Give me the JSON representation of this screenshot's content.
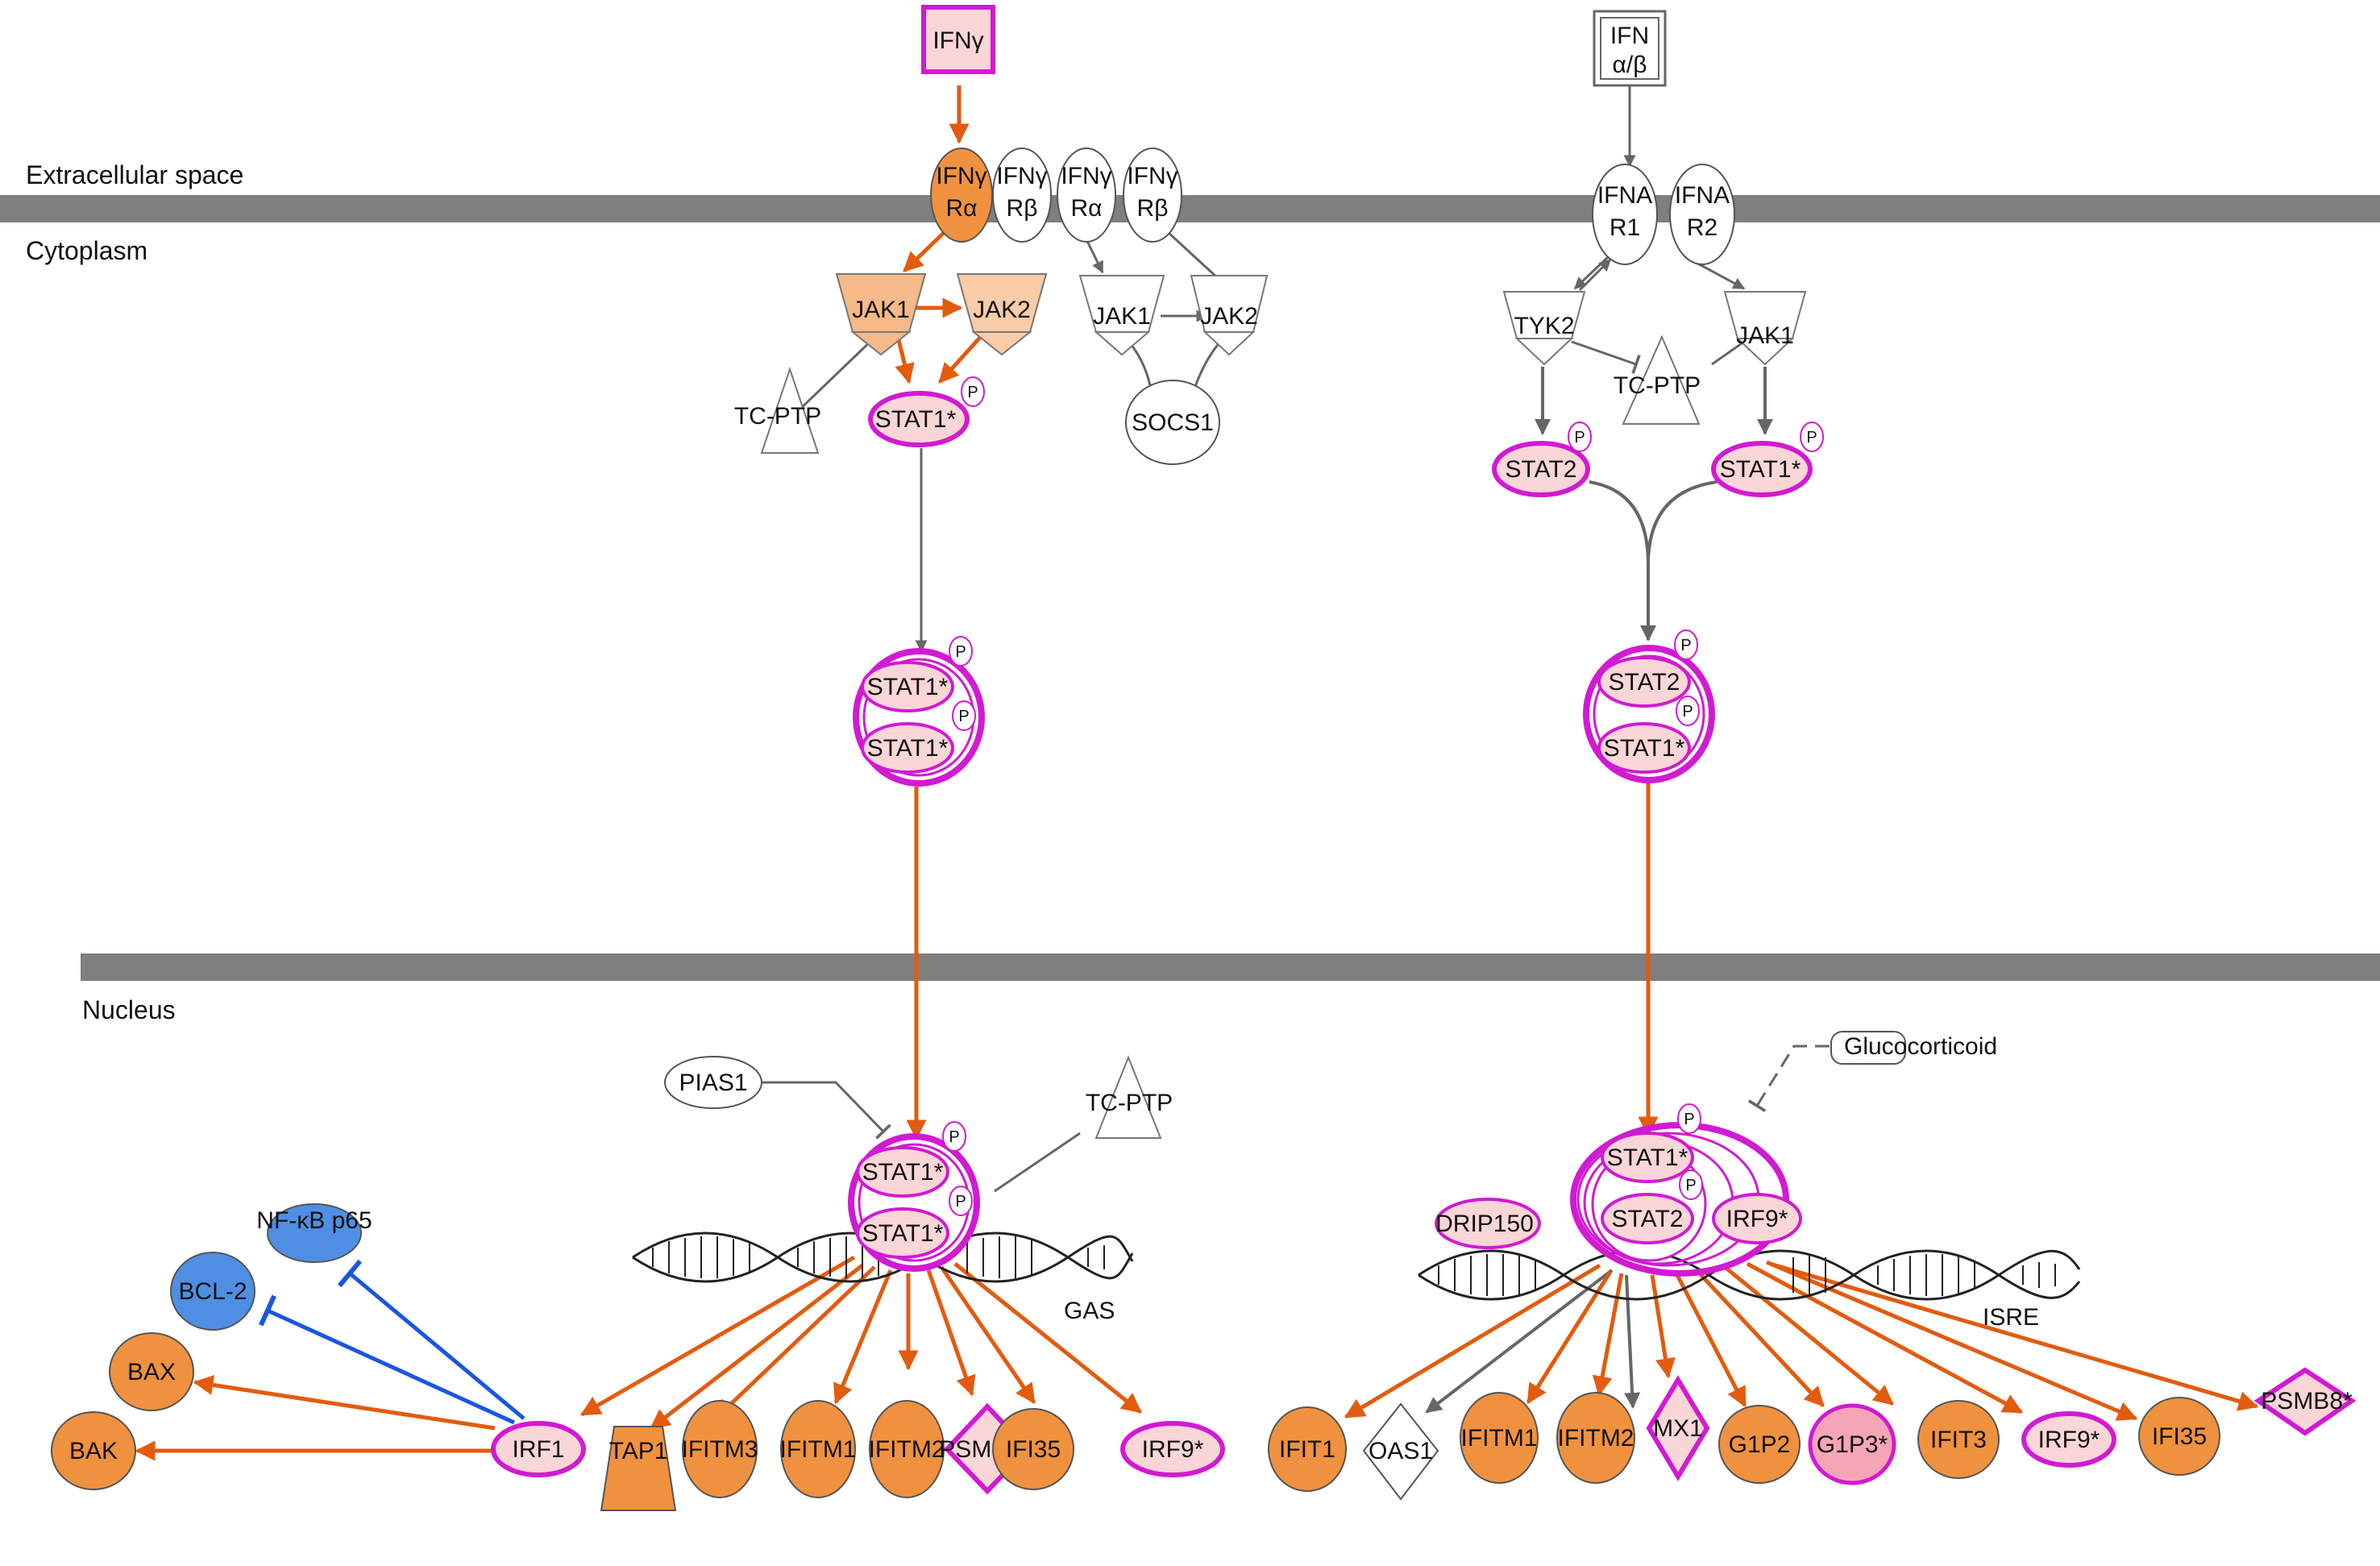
{
  "regions": {
    "extracellular": "Extracellular space",
    "cytoplasm": "Cytoplasm",
    "nucleus": "Nucleus"
  },
  "colors": {
    "orange_edge": "#E35B0E",
    "blue_edge": "#1A56E0",
    "gray_edge": "#666666",
    "membrane": "#7F7F7F",
    "node_orange": "#F0913F",
    "node_light_orange": "#F6B987",
    "node_pale_orange": "#F9CBA7",
    "node_pink": "#FAD6D6",
    "node_strong_pink": "#F5A5B5",
    "node_blue": "#4E8FE3",
    "magenta": "#D21AD2"
  },
  "phospho_label": "P",
  "left_pathway": {
    "ligand": "IFNγ",
    "receptor1": [
      "IFNγ",
      "Rα"
    ],
    "receptor2": [
      "IFNγ",
      "Rβ"
    ],
    "receptor3": [
      "IFNγ",
      "Rα"
    ],
    "receptor4": [
      "IFNγ",
      "Rβ"
    ],
    "jak1_active": "JAK1",
    "jak2_active": "JAK2",
    "jak1_inactive": "JAK1",
    "jak2_inactive": "JAK2",
    "tcptp": "TC-PTP",
    "stat1": "STAT1*",
    "socs1": "SOCS1",
    "dimer_top": "STAT1*",
    "dimer_bottom": "STAT1*",
    "pias1": "PIAS1",
    "nuc_tcptp": "TC-PTP",
    "nuc_top": "STAT1*",
    "nuc_bottom": "STAT1*",
    "element": "GAS",
    "targets": [
      "IRF1",
      "TAP1",
      "IFITM3",
      "IFITM1",
      "IFITM2",
      "PSMB8*",
      "IFI35",
      "IRF9*"
    ],
    "irf1_targets": [
      "BAX",
      "BAK"
    ],
    "inhibitors": [
      "BCL-2",
      "NF-κB p65"
    ]
  },
  "right_pathway": {
    "ligand": [
      "IFN",
      "α/β"
    ],
    "receptor1": [
      "IFNA",
      "R1"
    ],
    "receptor2": [
      "IFNA",
      "R2"
    ],
    "tyk2": "TYK2",
    "jak1": "JAK1",
    "tcptp": "TC-PTP",
    "stat2": "STAT2",
    "stat1": "STAT1*",
    "dimer_top": "STAT2",
    "dimer_bottom": "STAT1*",
    "glucocorticoid": "Glucocorticoid",
    "drip150": "DRIP150",
    "nuc_stat1": "STAT1*",
    "nuc_stat2": "STAT2",
    "nuc_irf9": "IRF9*",
    "element": "ISRE",
    "targets": [
      "IFIT1",
      "OAS1",
      "IFITM1",
      "IFITM2",
      "MX1",
      "G1P2",
      "G1P3*",
      "IFIT3",
      "IRF9*",
      "IFI35",
      "PSMB8*"
    ]
  }
}
